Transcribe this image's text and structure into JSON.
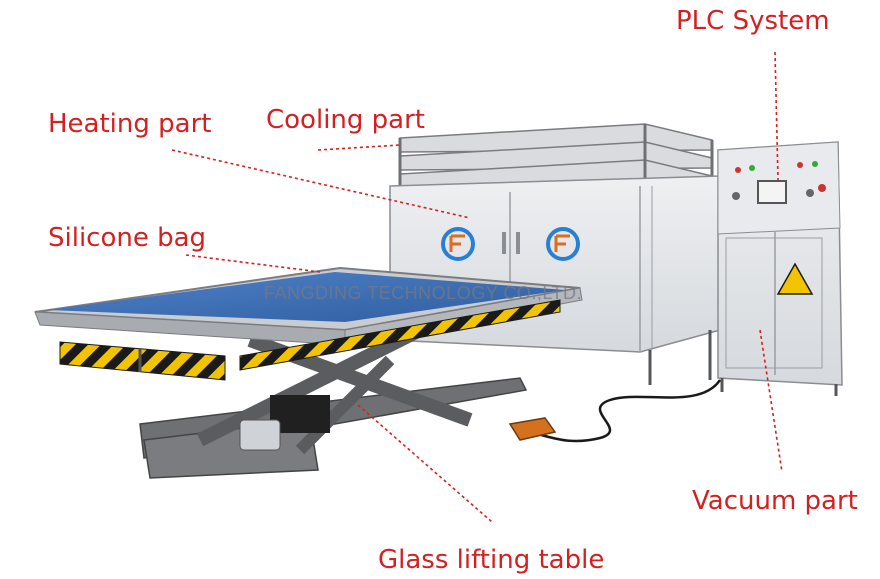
{
  "labels": {
    "plc": "PLC System",
    "cooling": "Cooling part",
    "heating": "Heating part",
    "silicone": "Silicone bag",
    "vacuum": "Vacuum part",
    "lifting": "Glass lifting table"
  },
  "watermark": "FANGDING TECHNOLOGY CO.,LTD.",
  "colors": {
    "label_text": "#d42020",
    "machine_body": "#e3e5e8",
    "table_surface": "#3d6fb8",
    "frame": "#6e7074",
    "hazard_yellow": "#f2c400"
  }
}
